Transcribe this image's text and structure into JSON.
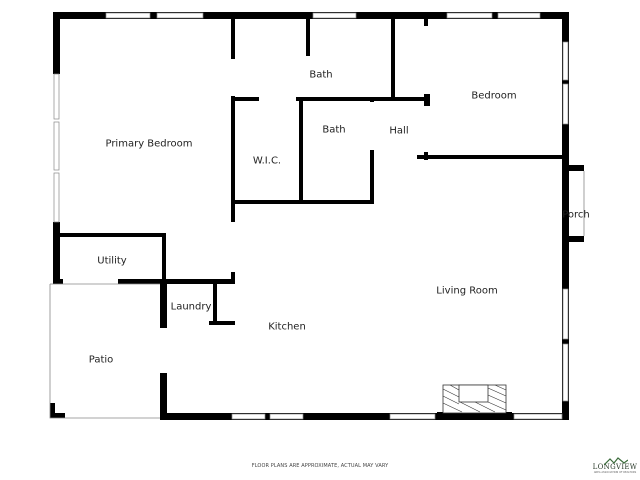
{
  "rooms": {
    "primary_bedroom": "Primary Bedroom",
    "bath_upper": "Bath",
    "bath_lower": "Bath",
    "wic": "W.I.C.",
    "hall": "Hall",
    "bedroom": "Bedroom",
    "porch": "Porch",
    "utility": "Utility",
    "laundry": "Laundry",
    "kitchen": "Kitchen",
    "living_room": "Living Room",
    "patio": "Patio"
  },
  "footer": {
    "disclaimer": "FLOOR PLANS ARE APPROXIMATE, ACTUAL MAY VARY"
  },
  "logo": {
    "name": "LONGVIEW",
    "tagline": "AREA ASSOCIATION OF REALTORS",
    "icon": "roof-mountain-icon"
  },
  "colors": {
    "wall": "#000000",
    "window": "#ffffff",
    "background": "#ffffff",
    "label": "#222222"
  }
}
